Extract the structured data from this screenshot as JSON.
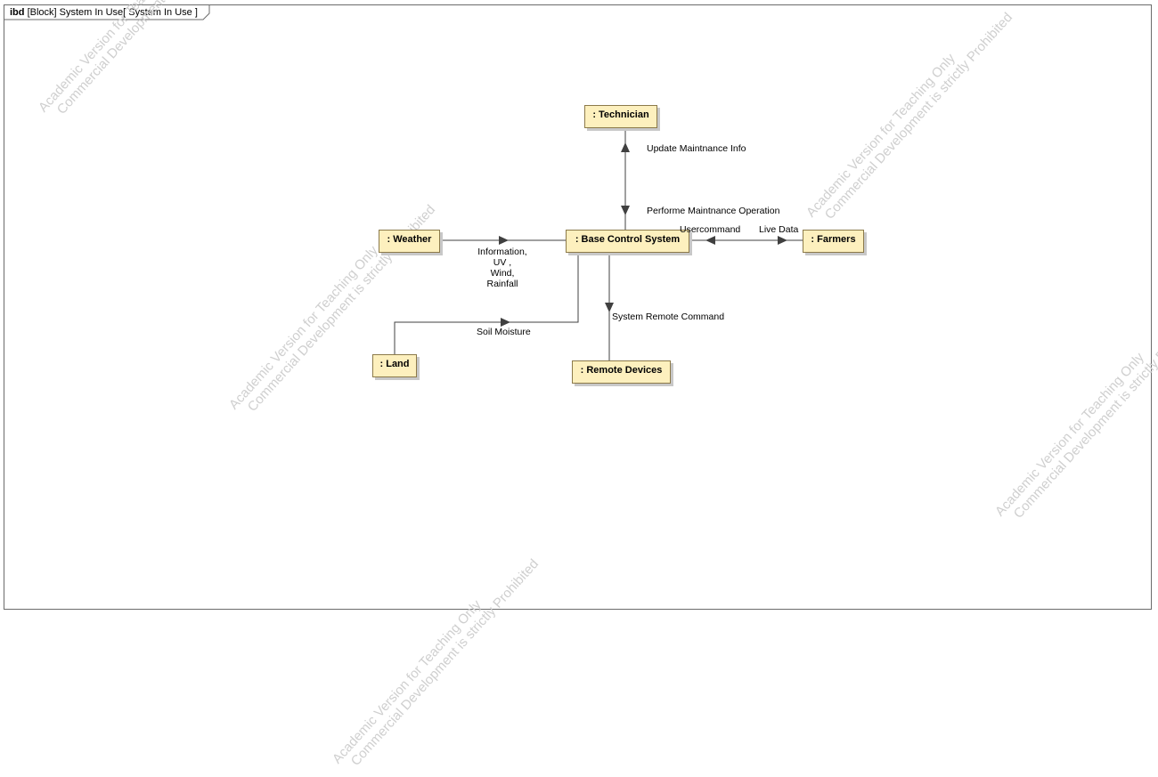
{
  "frame": {
    "keyword": "ibd",
    "title": "[Block] System In Use[ System In Use ]"
  },
  "watermark": {
    "line1": "Academic Version for Teaching Only",
    "line2": "Commercial Development is strictly Prohibited"
  },
  "parts": {
    "technician": ": Technician",
    "weather": ": Weather",
    "base_control": ": Base Control System",
    "farmers": ": Farmers",
    "land": ": Land",
    "remote_devices": ": Remote Devices"
  },
  "flows": {
    "update_maintenance": "Update Maintnance Info",
    "perform_maintenance": "Performe Maintnance Operation",
    "user_command": "Usercommand",
    "live_data": "Live Data",
    "weather_info": [
      "Information,",
      "UV ,",
      "Wind,",
      "Rainfall"
    ],
    "soil_moisture": "Soil Moisture",
    "remote_command": "System Remote Command"
  },
  "colors": {
    "part_fill": "#fdf0be",
    "part_border": "#8c7a4a",
    "line": "#404040",
    "watermark": "#cfcfcf"
  }
}
